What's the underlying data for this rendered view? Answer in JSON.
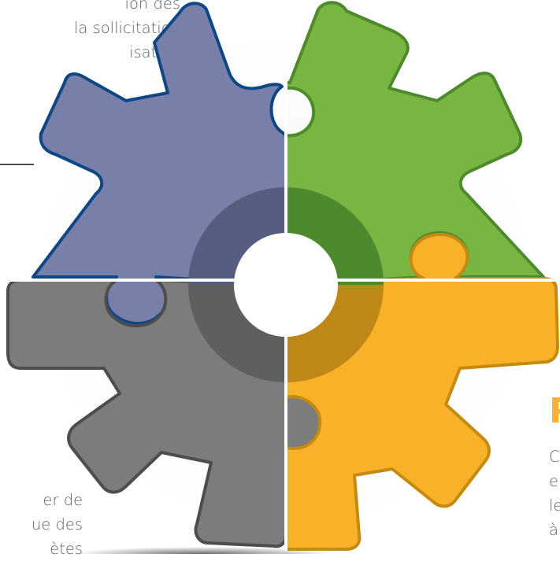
{
  "colors": {
    "piece_blue": "#7880aa",
    "piece_blue_stroke": "#0d4785",
    "piece_green": "#78b543",
    "piece_green_stroke": "#4d8a2b",
    "piece_gray": "#7c7c7c",
    "piece_gray_stroke": "#4d4d4d",
    "piece_yellow": "#f9b12a",
    "piece_yellow_stroke": "#c58a12",
    "ring_blue": "#575d80",
    "ring_green": "#4d8a2e",
    "ring_gray": "#5f5f5f",
    "ring_yellow": "#bf8718",
    "heading_accent": "#f8b133",
    "body_text": "#555f6b"
  },
  "texts": {
    "top_left": [
      "ion des",
      "la sollicitation",
      "isation"
    ],
    "bottom_left": [
      "er de",
      "ue des",
      "ètes"
    ],
    "bottom_right_heading": "P",
    "bottom_right": [
      "C",
      "e",
      "le",
      "à"
    ]
  },
  "icons": {
    "center": "puzzle-gear-icon"
  }
}
